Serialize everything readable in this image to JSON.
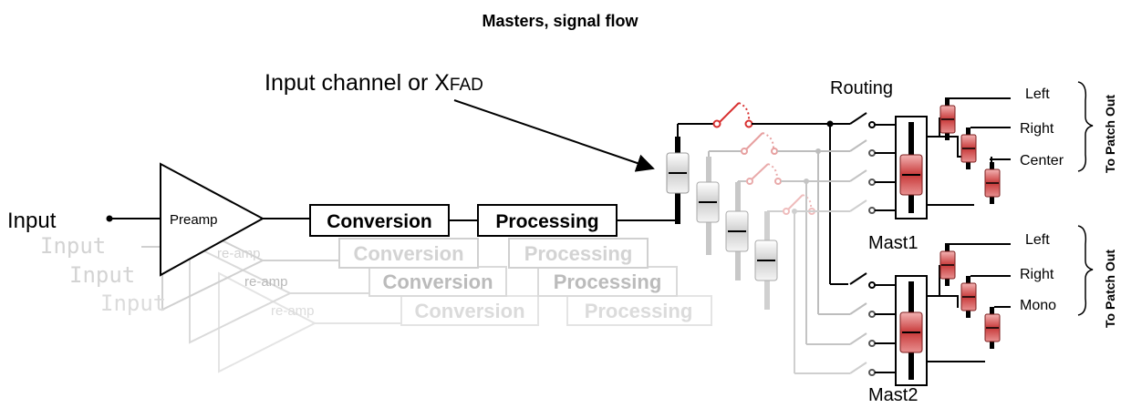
{
  "title": "Masters, signal flow",
  "callout": {
    "prefix": "Input channel or X",
    "smallcaps": "FAD"
  },
  "routing_label": "Routing",
  "input_label": "Input",
  "ghost_input_labels": [
    "Input",
    "Input",
    "Input"
  ],
  "preamp_label": "Preamp",
  "ghost_preamp_labels": [
    "re-amp",
    "re-amp",
    "re-amp"
  ],
  "conversion_label": "Conversion",
  "processing_label": "Processing",
  "ghost_conversion_labels": [
    "Conversion",
    "Conversion",
    "Conversion"
  ],
  "ghost_processing_labels": [
    "Processing",
    "Processing",
    "Processing"
  ],
  "mast1": {
    "label": "Mast1",
    "outputs": [
      "Left",
      "Right",
      "Center"
    ],
    "patch": "To Patch Out"
  },
  "mast2": {
    "label": "Mast2",
    "outputs": [
      "Left",
      "Right",
      "Mono"
    ],
    "patch": "To Patch Out"
  },
  "colors": {
    "line": "#000000",
    "switch": "#d83030",
    "fader_red": "#c83a3a",
    "ghost": "#bdbdbd"
  }
}
